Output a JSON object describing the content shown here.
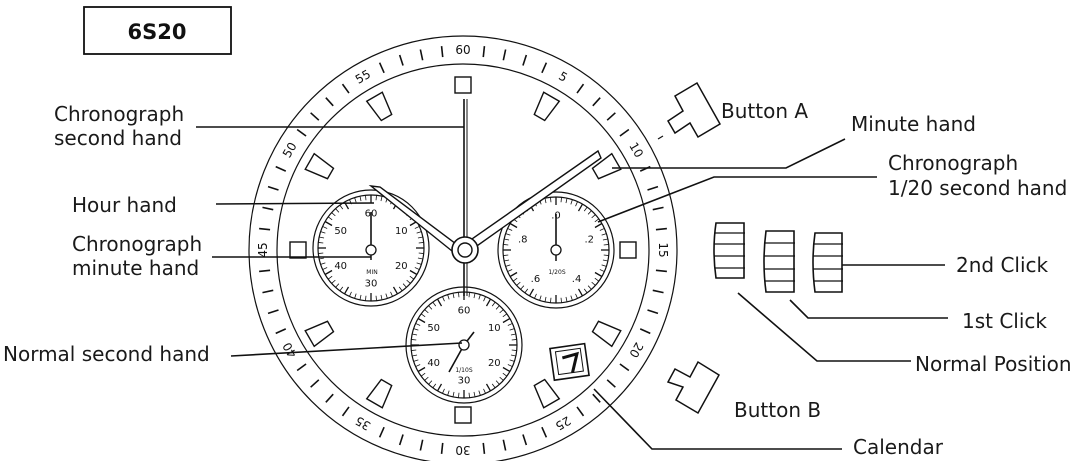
{
  "model": "6S20",
  "labels": {
    "chrono_second_hand": [
      "Chronograph",
      "second hand"
    ],
    "hour_hand": "Hour hand",
    "chrono_minute_hand": [
      "Chronograph",
      "minute hand"
    ],
    "normal_second_hand": "Normal second hand",
    "button_a": "Button A",
    "minute_hand": "Minute hand",
    "chrono_twentieth_hand": [
      "Chronograph",
      "1/20 second hand"
    ],
    "second_click": "2nd Click",
    "first_click": "1st Click",
    "normal_position": "Normal Position",
    "button_b": "Button B",
    "calendar": "Calendar"
  },
  "bezel_numbers": [
    "60",
    "5",
    "10",
    "15",
    "20",
    "25",
    "30",
    "35",
    "40",
    "45",
    "50",
    "55"
  ],
  "subdials": {
    "left": {
      "numbers": [
        "60",
        "10",
        "20",
        "30",
        "40",
        "50"
      ],
      "caption": "MIN"
    },
    "right": {
      "numbers": [
        ".0",
        ".2",
        ".4",
        ".6",
        ".8"
      ],
      "caption": "1/20S"
    },
    "bottom": {
      "numbers": [
        "60",
        "10",
        "20",
        "30",
        "40",
        "50"
      ],
      "caption": "1/10S"
    }
  }
}
